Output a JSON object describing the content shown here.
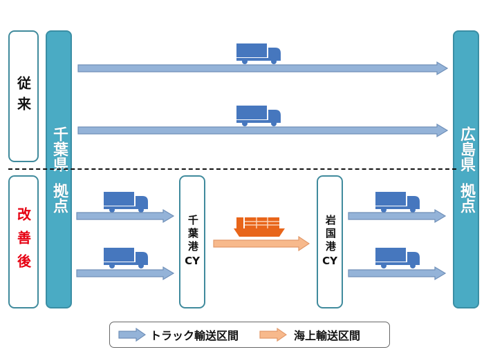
{
  "colors": {
    "truck_arrow_fill": "#94b3d8",
    "truck_arrow_stroke": "#6f8fb8",
    "sea_arrow_fill": "#f7b98c",
    "sea_arrow_stroke": "#e2996a",
    "truck_icon": "#4677be",
    "ship_icon": "#e8651a",
    "pillar_fill": "#4aabc4",
    "box_border": "#3f8a9c",
    "improved_text": "#e60012"
  },
  "labels": {
    "before": "従来",
    "after": "改善後",
    "origin": "千葉県",
    "origin_sub": "拠点",
    "destination": "広島県",
    "destination_sub": "拠点",
    "origin_port": "千葉港",
    "origin_port_sub": "CY",
    "dest_port": "岩国港",
    "dest_port_sub": "CY"
  },
  "icons": {
    "truck": "truck-icon",
    "ship": "container-ship-icon",
    "arrow": "right-arrow-icon"
  },
  "legend": {
    "truck_label": "トラック輸送区間",
    "sea_label": "海上輸送区間"
  }
}
